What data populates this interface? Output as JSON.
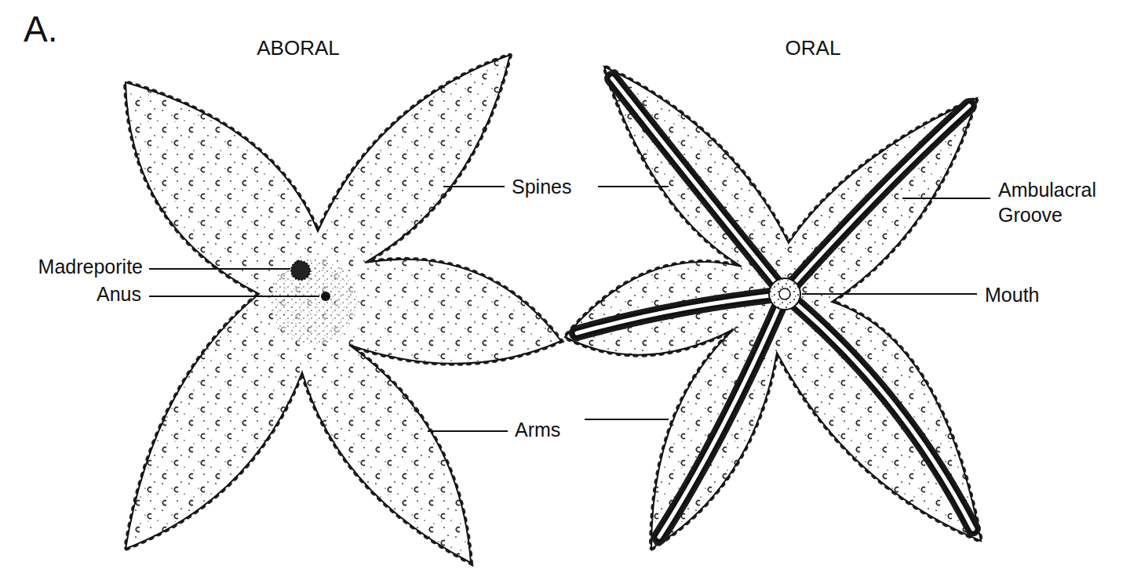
{
  "diagram": {
    "labels": [
      "A.",
      "ABORAL",
      "ORAL",
      "Spines",
      "Madreporite",
      "Anus",
      "Arms",
      "Ambulacral Groove",
      "Mouth"
    ]
  }
}
